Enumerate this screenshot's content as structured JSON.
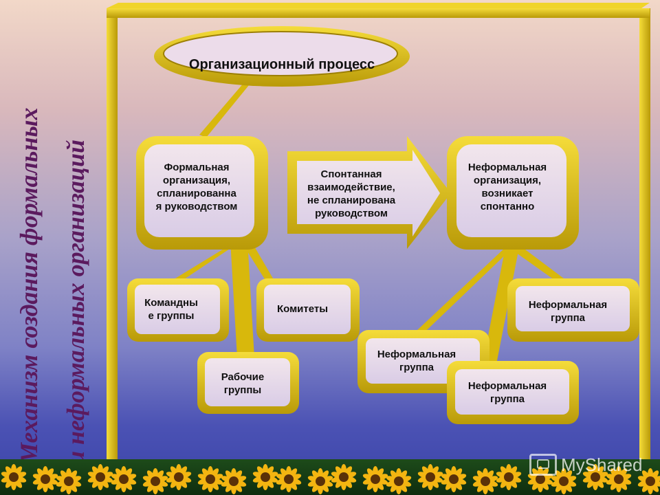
{
  "side_title": {
    "line1": "Механизм создания формальных",
    "line2": "и неформальных организаций"
  },
  "diagram": {
    "process": "Организационный процесс",
    "formal_org": [
      "Формальная",
      "организация,",
      "спланированна",
      "я руководством"
    ],
    "spontaneous": [
      "Спонтанная",
      "взаимодействие,",
      "не спланирована",
      "руководством"
    ],
    "informal_org": [
      "Неформальная",
      "организация,",
      "возникает",
      "спонтанно"
    ],
    "team_groups": [
      "Командны",
      "е группы"
    ],
    "committees": [
      "Комитеты"
    ],
    "work_groups": [
      "Рабочие",
      "группы"
    ],
    "informal_group_1": [
      "Неформальная",
      "группа"
    ],
    "informal_group_2": [
      "Неформальная",
      "группа"
    ],
    "informal_group_3": [
      "Неформальная",
      "группа"
    ]
  },
  "watermark": "MyShared",
  "colors": {
    "gold": "#e8c610",
    "gold_dark": "#a88a06",
    "box_fill": "#e9dcee",
    "title": "#5b1a5e"
  }
}
